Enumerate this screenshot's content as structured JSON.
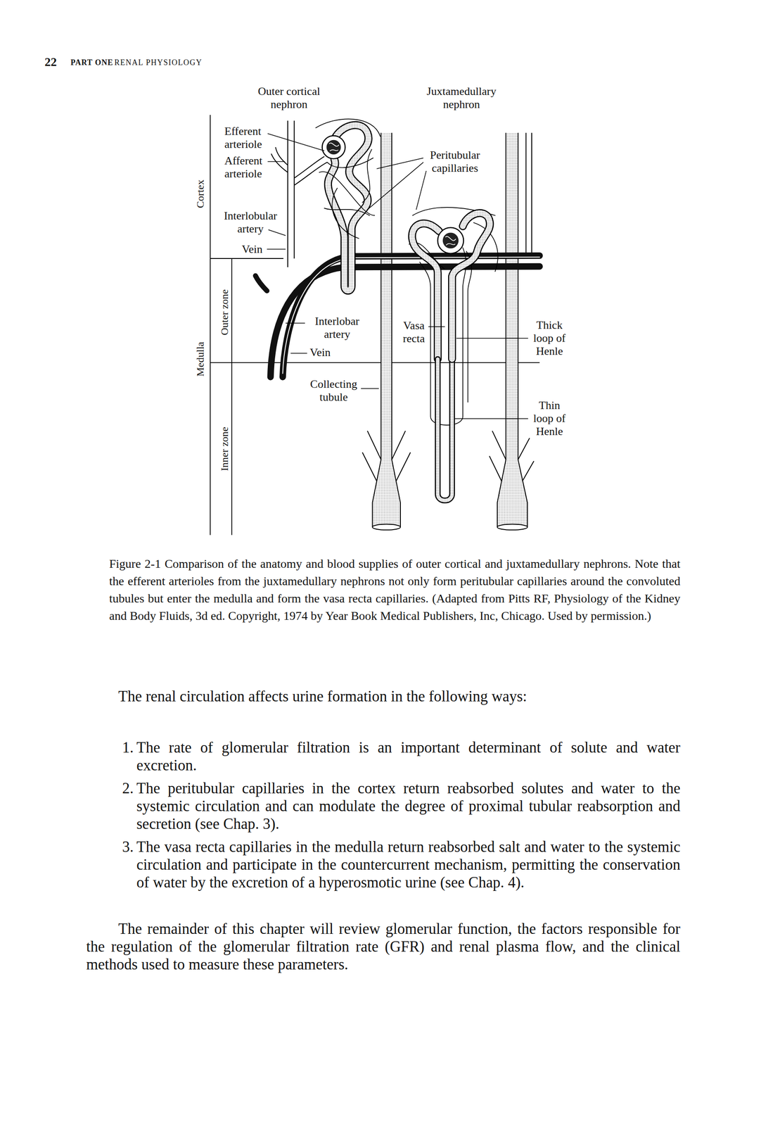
{
  "diagram": {
    "caption": "Figure 2-1 Comparison of the anatomy and blood supplies of outer cortical and juxtamedullary nephrons. Note that the efferent arterioles from the juxtamedullary nephrons not only form peritubular capillaries around the convoluted tubules but enter the medulla and form the vasa recta capillaries. (Adapted from Pitts RF, Physiology of the Kidney and Body Fluids, 3d ed. Copyright, 1974 by Year Book Medical Publishers, Inc, Chicago. Used by permission.)",
    "labels": [
      "22",
      "PART ONE",
      "RENAL PHYSIOLOGY",
      "Outer cortical nephron",
      "Juxtamedullary nephron",
      "Efferent arteriole",
      "Afferent arteriole",
      "Peritubular capillaries",
      "Cortex",
      "Interlobular artery",
      "Vein",
      "Outer zone",
      "Medulla",
      "Interlobar artery",
      "Vasa recta",
      "Thick loop of Henle",
      "Vein",
      "Collecting tubule",
      "Thin loop of Henle",
      "Inner zone",
      "The renal circulation affects urine formation in the following ways:",
      "1.",
      "The rate of glomerular filtration is an important determinant of solute and water excretion.",
      "2.",
      "The peritubular capillaries in the cortex return reabsorbed solutes and water to the systemic circulation and can modulate the degree of proximal tubular reabsorption and secretion (see Chap. 3).",
      "3.",
      "The vasa recta capillaries in the medulla return reabsorbed salt and water to the systemic circulation and participate in the countercurrent mechanism, permitting the conservation of water by the excretion of a hyperosmotic urine (see Chap. 4).",
      "The remainder of this chapter will review glomerular function, the factors responsible for the regulation of the glomerular filtration rate (GFR) and renal plasma flow, and the clinical methods used to measure these parameters."
    ]
  }
}
